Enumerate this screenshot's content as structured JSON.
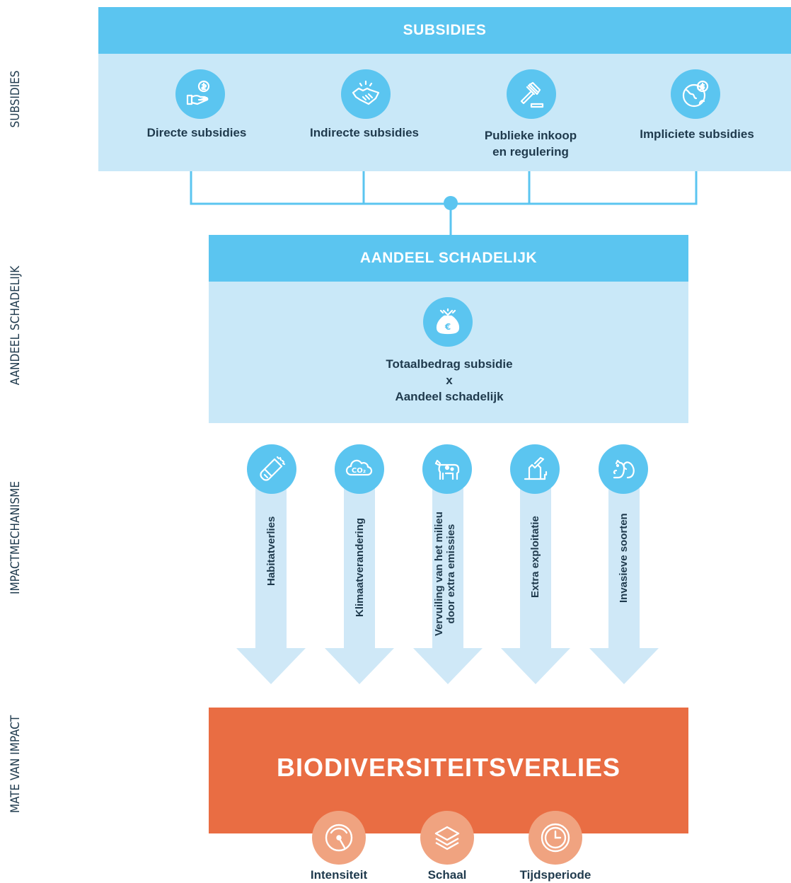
{
  "side_labels": {
    "subsidies": "SUBSIDIES",
    "aandeel": "AANDEEL SCHADELIJK",
    "impact": "IMPACTMECHANISME",
    "mate": "MATE VAN IMPACT"
  },
  "subsidies": {
    "title": "SUBSIDIES",
    "items": [
      {
        "label": "Directe subsidies",
        "icon": "hand-dollar-icon"
      },
      {
        "label": "Indirecte subsidies",
        "icon": "handshake-icon"
      },
      {
        "label_line1": "Publieke inkoop",
        "label_line2": "en regulering",
        "icon": "gavel-icon"
      },
      {
        "label": "Impliciete subsidies",
        "icon": "globe-dollar-icon"
      }
    ]
  },
  "aandeel": {
    "title": "AANDEEL SCHADELIJK",
    "line1": "Totaalbedrag subsidie",
    "line2": "x",
    "line3": "Aandeel schadelijk",
    "icon": "money-bag-euro-icon"
  },
  "mechanisms": [
    {
      "label": "Habitatverlies",
      "icon": "chainsaw-icon"
    },
    {
      "label": "Klimaatverandering",
      "icon": "co2-cloud-icon"
    },
    {
      "label_line1": "Vervuiling van het milieu",
      "label_line2": "door extra emissies",
      "icon": "cow-icon"
    },
    {
      "label": "Extra exploitatie",
      "icon": "tree-stump-icon"
    },
    {
      "label": "Invasieve soorten",
      "icon": "squirrel-icon"
    }
  ],
  "impact": {
    "title": "BIODIVERSITEITSVERLIES",
    "metrics": [
      {
        "label": "Intensiteit",
        "icon": "gauge-icon"
      },
      {
        "label": "Schaal",
        "icon": "layers-icon"
      },
      {
        "label": "Tijdsperiode",
        "icon": "clock-icon"
      }
    ]
  },
  "colors": {
    "blue": "#5bc5f0",
    "light_blue": "#c9e8f8",
    "arrow_blue": "#cfe8f7",
    "orange": "#e96d43",
    "orange_light": "#f0a380",
    "text": "#1f3a4d"
  }
}
